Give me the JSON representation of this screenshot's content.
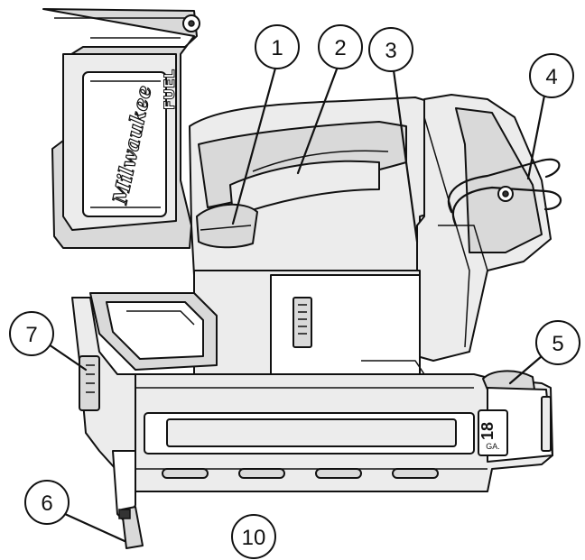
{
  "callouts": [
    {
      "id": "1",
      "label": "1"
    },
    {
      "id": "2",
      "label": "2"
    },
    {
      "id": "3",
      "label": "3"
    },
    {
      "id": "4",
      "label": "4"
    },
    {
      "id": "5",
      "label": "5"
    },
    {
      "id": "6",
      "label": "6"
    },
    {
      "id": "7",
      "label": "7"
    },
    {
      "id": "10",
      "label": "10"
    }
  ],
  "tool": {
    "brand_logo": "Milwaukee",
    "series_mark": "FUEL",
    "gauge_mark": "18",
    "gauge_unit": "GA."
  },
  "colors": {
    "outline": "#111111",
    "shade": "#d9d9d9",
    "background": "#ffffff"
  }
}
